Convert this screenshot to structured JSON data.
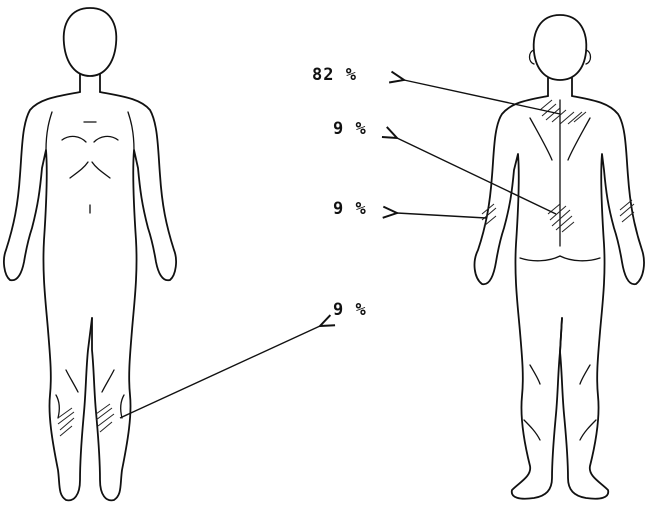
{
  "labels": [
    {
      "id": "upper-back",
      "text": "82 %",
      "value": 82,
      "region": "upper back (posterior view)"
    },
    {
      "id": "lower-back",
      "text": "9 %",
      "value": 9,
      "region": "lower back (posterior view)"
    },
    {
      "id": "forearm",
      "text": "9 %",
      "value": 9,
      "region": "forearms (posterior view)"
    },
    {
      "id": "lower-leg",
      "text": "9 %",
      "value": 9,
      "region": "lower legs (anterior view)"
    }
  ],
  "colors": {
    "line": "#111111",
    "background": "#ffffff"
  }
}
